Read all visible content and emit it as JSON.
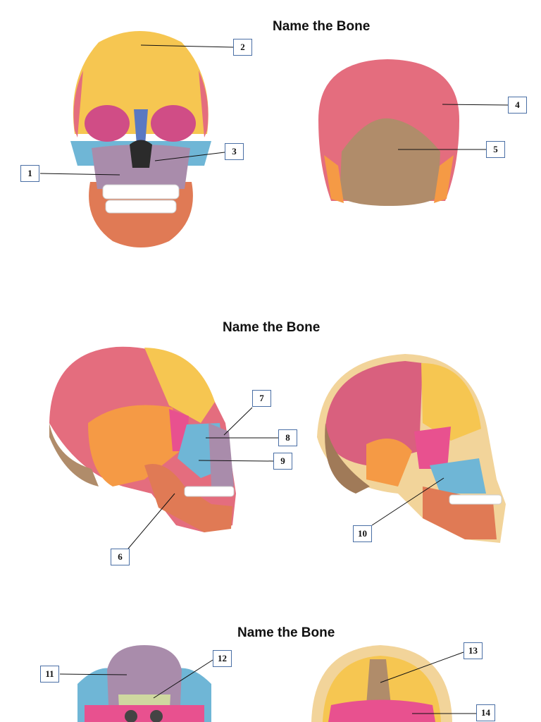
{
  "worksheet": {
    "sections": [
      {
        "heading": "Name the Bone",
        "labels": [
          "1",
          "2",
          "3",
          "4",
          "5"
        ]
      },
      {
        "heading": "Name the Bone",
        "labels": [
          "6",
          "7",
          "8",
          "9",
          "10"
        ]
      },
      {
        "heading": "Name the Bone",
        "labels": [
          "11",
          "12",
          "13",
          "14"
        ]
      }
    ]
  },
  "bone_colors": {
    "frontal": "#f6c651",
    "parietal": "#e46d7e",
    "temporal": "#f59a45",
    "occipital": "#b08c6a",
    "sphenoid": "#e8518f",
    "zygomatic": "#6fb6d6",
    "maxilla": "#a98cab",
    "mandible": "#e07a55",
    "nasal": "#5a78c2",
    "palatine": "#cfd8a0",
    "teeth": "#ffffff"
  }
}
